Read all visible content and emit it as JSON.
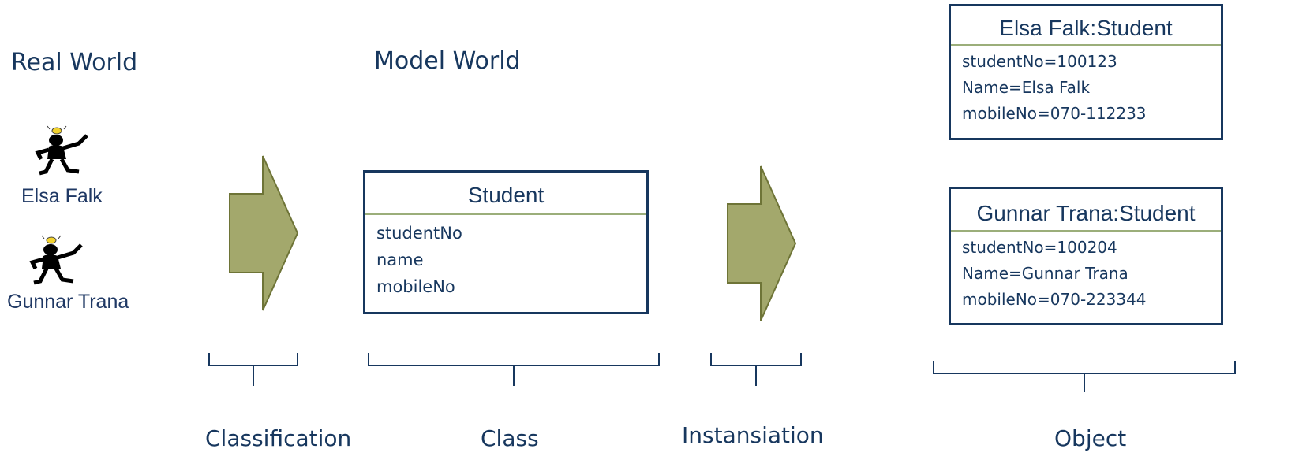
{
  "headings": {
    "real_world": "Real World",
    "model_world": "Model World"
  },
  "people": [
    {
      "name": "Elsa Falk"
    },
    {
      "name": "Gunnar Trana"
    }
  ],
  "class_box": {
    "title": "Student",
    "attributes": [
      "studentNo",
      "name",
      "mobileNo"
    ]
  },
  "objects": [
    {
      "title": "Elsa Falk:Student",
      "attributes": [
        "studentNo=100123",
        "Name=Elsa Falk",
        "mobileNo=070-112233"
      ]
    },
    {
      "title": "Gunnar Trana:Student",
      "attributes": [
        "studentNo=100204",
        "Name=Gunnar Trana",
        "mobileNo=070-223344"
      ]
    }
  ],
  "labels": {
    "classification": "Classification",
    "class": "Class",
    "instansiation": "Instansiation",
    "object": "Object"
  },
  "colors": {
    "arrow_fill": "#a3a86c",
    "arrow_stroke": "#6e7437",
    "box_border": "#17375e",
    "title_divider": "#9bae7a",
    "text": "#17375e"
  },
  "icons": {
    "person": "stick-figure-icon"
  }
}
